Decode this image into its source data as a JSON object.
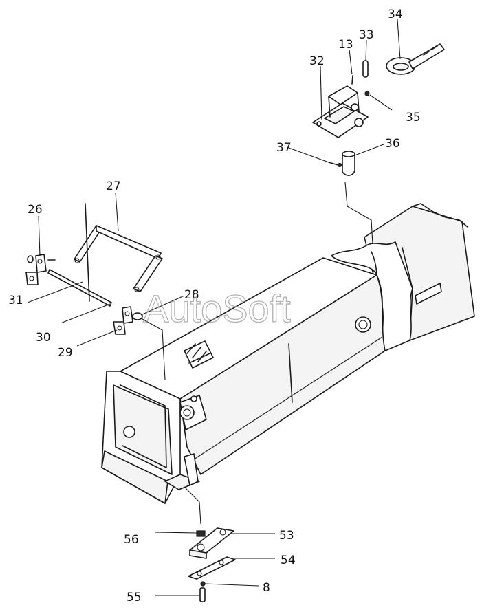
{
  "watermark": "AutoSoft",
  "callouts": {
    "c34": "34",
    "c33": "33",
    "c13": "13",
    "c32": "32",
    "c35": "35",
    "c37": "37",
    "c36": "36",
    "c27": "27",
    "c26": "26",
    "c28": "28",
    "c31": "31",
    "c30": "30",
    "c29": "29",
    "c56": "56",
    "c53": "53",
    "c54": "54",
    "c55": "55",
    "c8": "8"
  }
}
